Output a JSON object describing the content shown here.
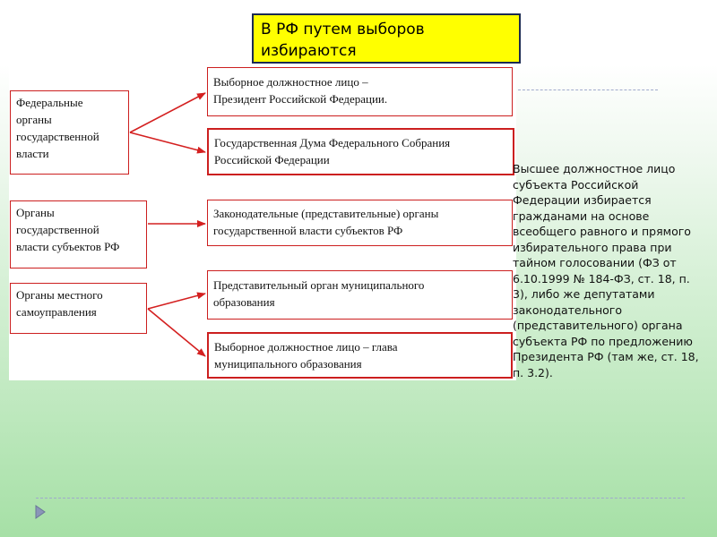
{
  "title": "В РФ путем выборов избираются",
  "left_boxes": [
    {
      "id": "federal",
      "text": "Федеральные\nорганы\nгосударственной\nвласти"
    },
    {
      "id": "subjects",
      "text": "Органы\nгосударственной\nвласти субъектов РФ"
    },
    {
      "id": "local",
      "text": "Органы местного\nсамоуправления"
    }
  ],
  "right_boxes": [
    {
      "id": "president",
      "text": "Выборное должностное лицо –\nПрезидент Российской Федерации."
    },
    {
      "id": "duma",
      "text": "Государственная Дума Федерального Собрания\nРоссийской Федерации"
    },
    {
      "id": "legislative",
      "text": "Законодательные (представительные)  органы\nгосударственной власти субъектов РФ"
    },
    {
      "id": "municipal-rep",
      "text": "Представительный орган муниципального\nобразования"
    },
    {
      "id": "municipal-head",
      "text": "Выборное должностное лицо – глава\nмуниципального образования"
    }
  ],
  "side_text": "Высшее должностное лицо субъекта Российской Федерации избирается гражданами на основе всеобщего равного и прямого избирательного права при тайном голосовании (ФЗ от 6.10.1999 № 184-ФЗ, ст. 18, п. 3), либо же депутатами законодательного (представительного) органа субъекта РФ по предложению Президента РФ (там же, ст. 18, п. 3.2).",
  "colors": {
    "title_bg": "#ffff00",
    "box_border": "#cc1f1f",
    "arrow": "#d42020"
  }
}
